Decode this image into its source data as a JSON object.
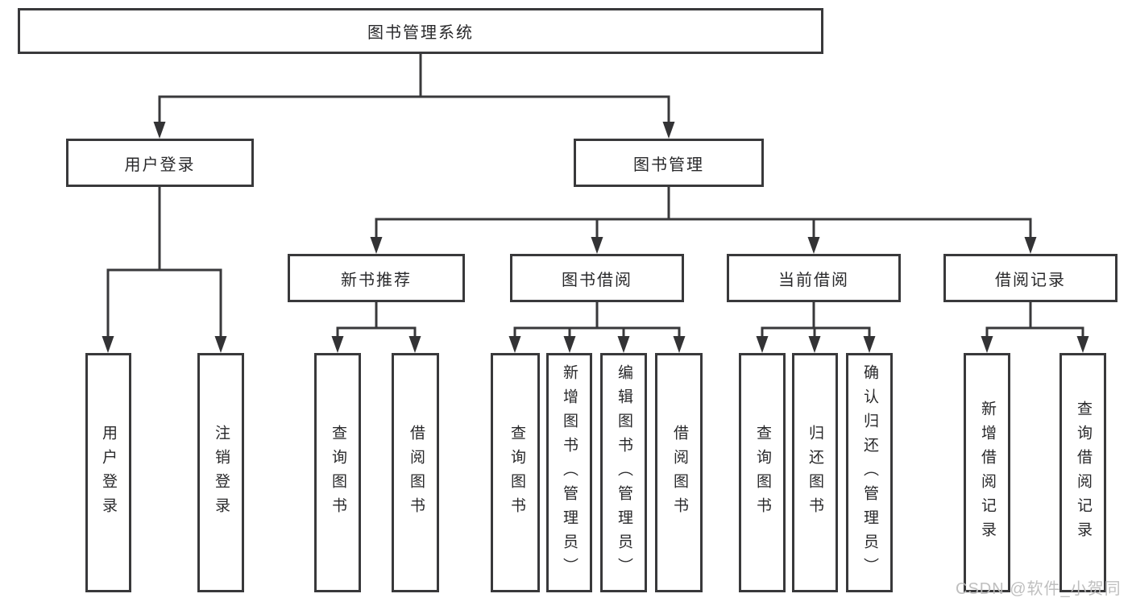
{
  "colors": {
    "line": "#39393b",
    "box_border": "#39393b",
    "box_background": "#ffffff",
    "text": "#29292b",
    "watermark_gray": "#bcbcbc",
    "page_background": "#ffffff"
  },
  "tree": {
    "label": "图书管理系统",
    "children": [
      {
        "label": "用户登录",
        "children": [
          {
            "label": "用户登录"
          },
          {
            "label": "注销登录"
          }
        ]
      },
      {
        "label": "图书管理",
        "children": [
          {
            "label": "新书推荐",
            "children": [
              {
                "label": "查询图书"
              },
              {
                "label": "借阅图书"
              }
            ]
          },
          {
            "label": "图书借阅",
            "children": [
              {
                "label": "查询图书"
              },
              {
                "label": "新增图书（管理员）"
              },
              {
                "label": "编辑图书（管理员）"
              },
              {
                "label": "借阅图书"
              }
            ]
          },
          {
            "label": "当前借阅",
            "children": [
              {
                "label": "查询图书"
              },
              {
                "label": "归还图书"
              },
              {
                "label": "确认归还（管理员）"
              }
            ]
          },
          {
            "label": "借阅记录",
            "children": [
              {
                "label": "新增借阅记录"
              },
              {
                "label": "查询借阅记录"
              }
            ]
          }
        ]
      }
    ]
  },
  "watermark": "CSDN @软件_小贺同学"
}
